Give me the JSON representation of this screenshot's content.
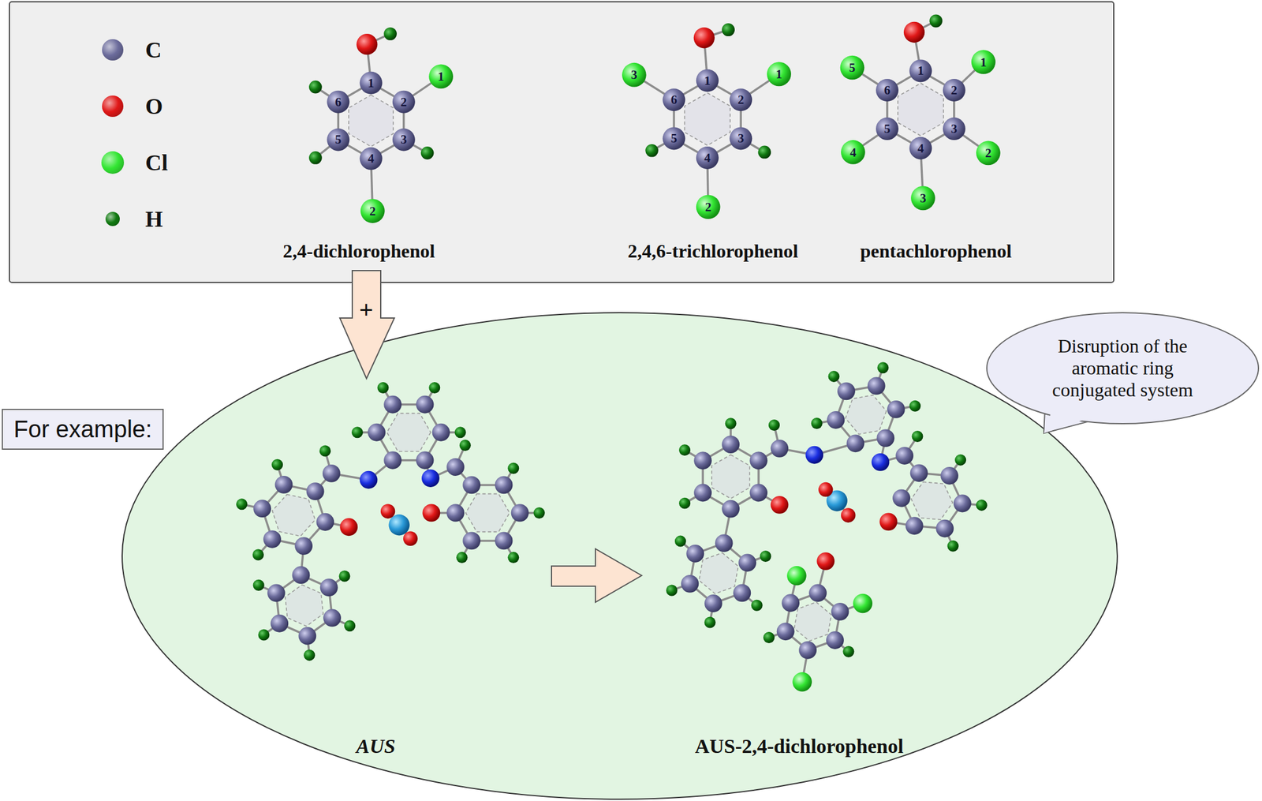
{
  "diagram": {
    "nodes": [
      {
        "text": [
          "For example:"
        ]
      },
      {
        "text": [
          "Disruption of the aromatic ring conjugated system"
        ]
      }
    ],
    "labels": [
      "1",
      "2",
      "3",
      "4",
      "5",
      "6",
      "1",
      "2",
      "2,4-dichlorophenol",
      "1",
      "2",
      "3",
      "4",
      "5",
      "6",
      "1",
      "2",
      "3",
      "2,4,6-trichlorophenol",
      "1",
      "2",
      "3",
      "4",
      "5",
      "6",
      "1",
      "2",
      "3",
      "4",
      "5",
      "pentachlorophenol",
      "+",
      "AUS",
      "AUS-2,4-dichlorophenol"
    ],
    "legend": [
      {
        "text": "C",
        "color": "#6b6b9b"
      },
      {
        "text": "O",
        "color": "#e01818"
      },
      {
        "text": "Cl",
        "color": "#33e633"
      },
      {
        "text": "H",
        "color": "#117a11"
      }
    ]
  }
}
